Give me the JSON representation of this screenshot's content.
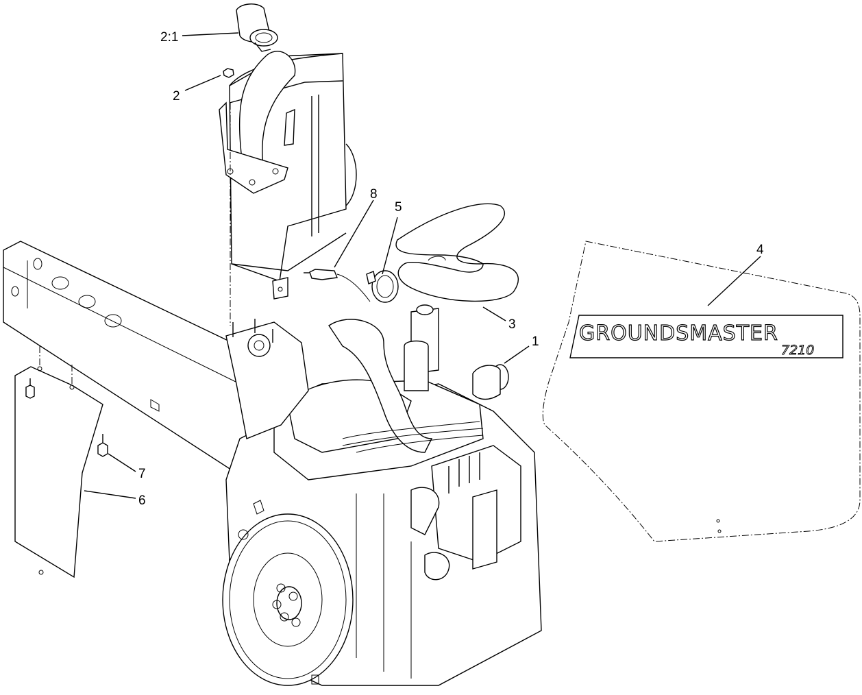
{
  "callouts": [
    {
      "id": "c-2-1",
      "label": "2:1"
    },
    {
      "id": "c-2",
      "label": "2"
    },
    {
      "id": "c-8",
      "label": "8"
    },
    {
      "id": "c-5",
      "label": "5"
    },
    {
      "id": "c-4",
      "label": "4"
    },
    {
      "id": "c-3",
      "label": "3"
    },
    {
      "id": "c-1",
      "label": "1"
    },
    {
      "id": "c-7",
      "label": "7"
    },
    {
      "id": "c-6",
      "label": "6"
    }
  ],
  "decal": {
    "brand": "GROUNDSMASTER",
    "model": "7210"
  }
}
